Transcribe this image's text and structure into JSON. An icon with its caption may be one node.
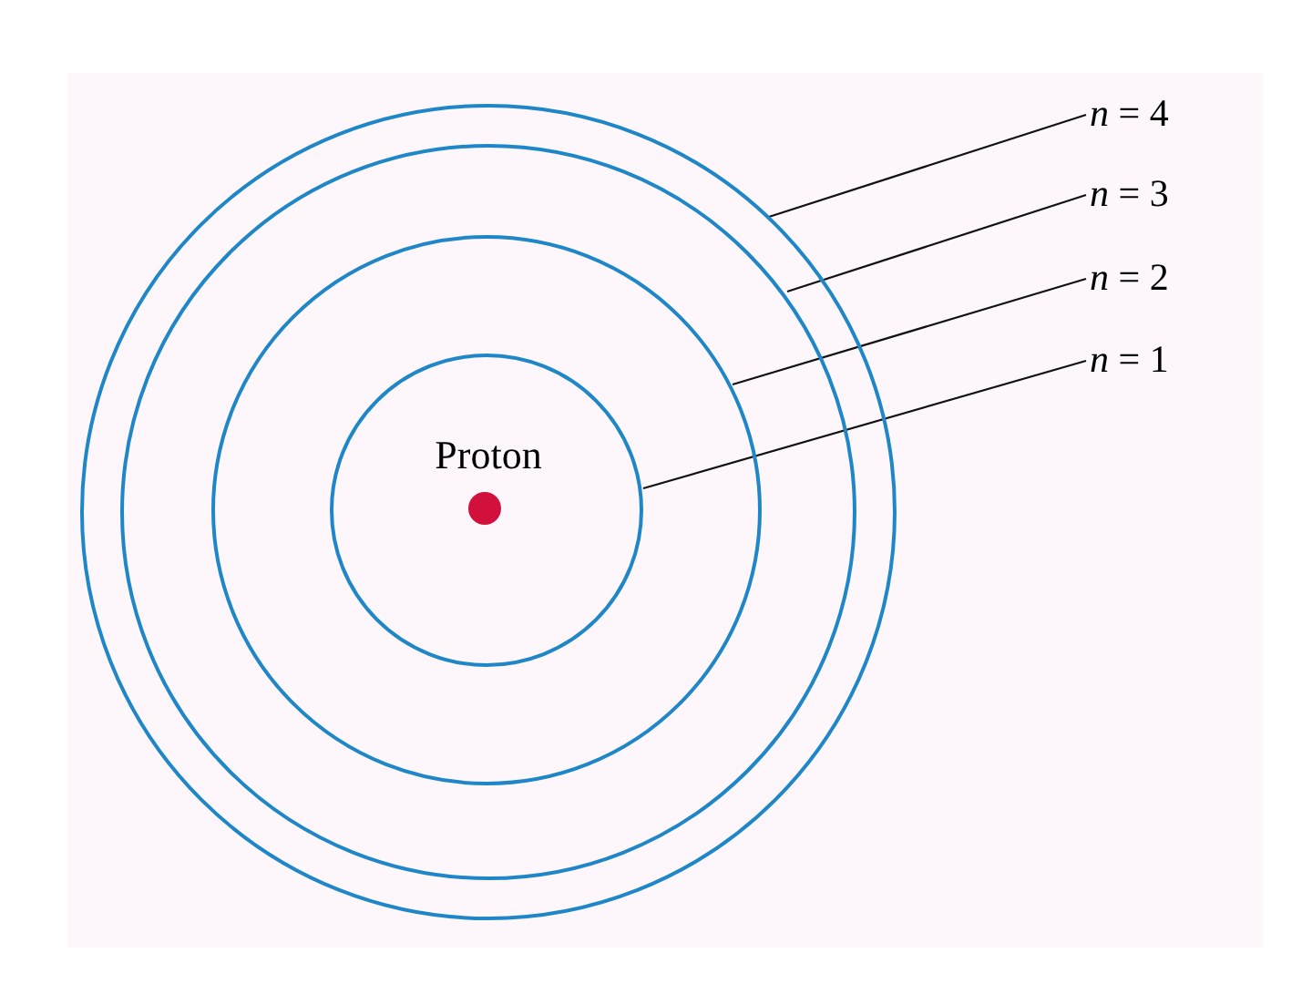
{
  "diagram": {
    "nodes": [
      {
        "text": [],
        "shape": "circle"
      },
      {
        "text": [],
        "shape": "circle",
        "in": 0
      },
      {
        "text": [],
        "shape": "circle",
        "in": 1
      },
      {
        "text": [],
        "shape": "circle",
        "in": 2
      },
      {
        "text": [],
        "shape": "circle",
        "in": 3,
        "beside": [
          "Proton"
        ]
      },
      {
        "text": [
          "*n* = 4"
        ]
      },
      {
        "text": [
          "*n* = 3"
        ]
      },
      {
        "text": [
          "*n* = 2"
        ]
      },
      {
        "text": [
          "*n* = 1"
        ]
      }
    ],
    "edges": [
      {
        "from": 5,
        "to": 0,
        "arrow": "none"
      },
      {
        "from": 6,
        "to": 1,
        "arrow": "none"
      },
      {
        "from": 7,
        "to": 2,
        "arrow": "none"
      },
      {
        "from": 8,
        "to": 3,
        "arrow": "none"
      }
    ]
  }
}
